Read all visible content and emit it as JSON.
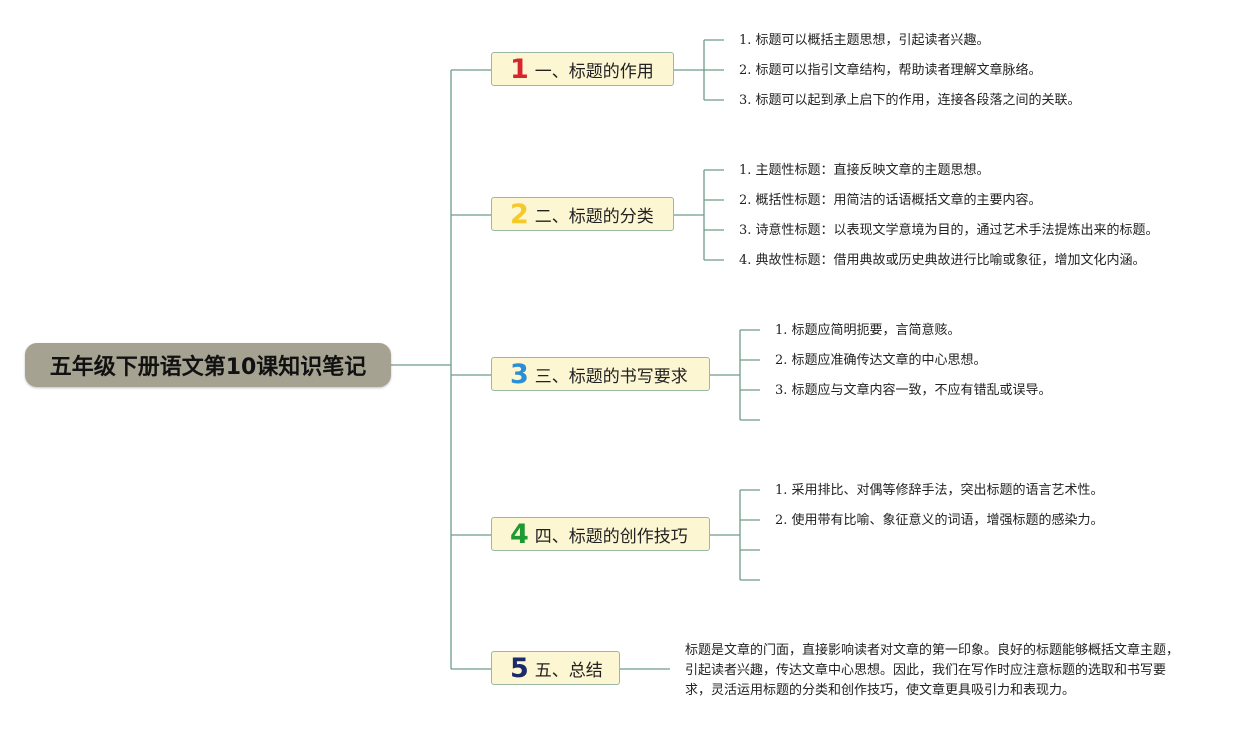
{
  "root": {
    "title": "五年级下册语文第10课知识笔记"
  },
  "topics": [
    {
      "number": "1",
      "label": "一、标题的作用",
      "color": "#d8262e",
      "items": [
        {
          "n": "1.",
          "text": "标题可以概括主题思想，引起读者兴趣。"
        },
        {
          "n": "2.",
          "text": "标题可以指引文章结构，帮助读者理解文章脉络。"
        },
        {
          "n": "3.",
          "text": "标题可以起到承上启下的作用，连接各段落之间的关联。"
        }
      ]
    },
    {
      "number": "2",
      "label": "二、标题的分类",
      "color": "#f5c92a",
      "items": [
        {
          "n": "1.",
          "text": "主题性标题：直接反映文章的主题思想。"
        },
        {
          "n": "2.",
          "text": "概括性标题：用简洁的话语概括文章的主要内容。"
        },
        {
          "n": "3.",
          "text": "诗意性标题：以表现文学意境为目的，通过艺术手法提炼出来的标题。"
        },
        {
          "n": "4.",
          "text": "典故性标题：借用典故或历史典故进行比喻或象征，增加文化内涵。"
        }
      ]
    },
    {
      "number": "3",
      "label": "三、标题的书写要求",
      "color": "#2a8fd6",
      "items": [
        {
          "n": "1.",
          "text": "标题应简明扼要，言简意赅。"
        },
        {
          "n": "2.",
          "text": "标题应准确传达文章的中心思想。"
        },
        {
          "n": "3.",
          "text": "标题应与文章内容一致，不应有错乱或误导。"
        }
      ]
    },
    {
      "number": "4",
      "label": "四、标题的创作技巧",
      "color": "#1f9a33",
      "items": [
        {
          "n": "1.",
          "text": "采用排比、对偶等修辞手法，突出标题的语言艺术性。"
        },
        {
          "n": "2.",
          "text": "使用带有比喻、象征意义的词语，增强标题的感染力。"
        }
      ]
    },
    {
      "number": "5",
      "label": "五、总结",
      "color": "#1b2a6b",
      "summary": "标题是文章的门面，直接影响读者对文章的第一印象。良好的标题能够概括文章主题，引起读者兴趣，传达文章中心思想。因此，我们在写作时应注意标题的选取和书写要求，灵活运用标题的分类和创作技巧，使文章更具吸引力和表现力。"
    }
  ],
  "colors": {
    "connector": "#6e9c87",
    "topic_fill": "#fdf6d3",
    "root_fill": "#a5a291"
  }
}
